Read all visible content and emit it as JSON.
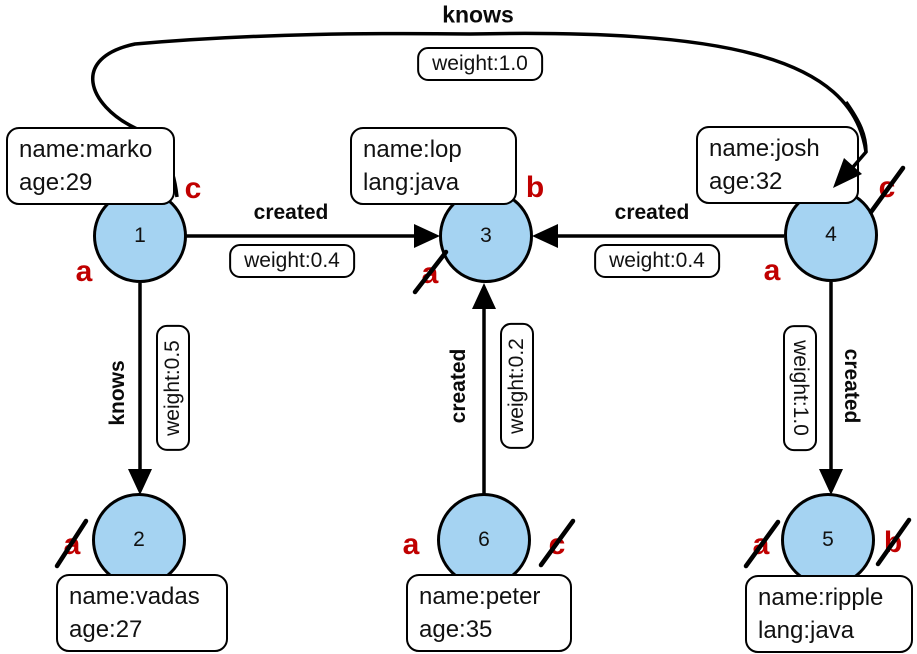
{
  "colors": {
    "node_fill": "#a5d3f2",
    "marker_red": "#c00000",
    "edge_color": "#000000"
  },
  "nodes": [
    {
      "id": "1",
      "properties": [
        "name:marko",
        "age:29"
      ]
    },
    {
      "id": "2",
      "properties": [
        "name:vadas",
        "age:27"
      ]
    },
    {
      "id": "3",
      "properties": [
        "name:lop",
        "lang:java"
      ]
    },
    {
      "id": "4",
      "properties": [
        "name:josh",
        "age:32"
      ]
    },
    {
      "id": "5",
      "properties": [
        "name:ripple",
        "lang:java"
      ]
    },
    {
      "id": "6",
      "properties": [
        "name:peter",
        "age:35"
      ]
    }
  ],
  "edges": [
    {
      "from": "1",
      "to": "4",
      "label": "knows",
      "weight": "weight:1.0"
    },
    {
      "from": "1",
      "to": "3",
      "label": "created",
      "weight": "weight:0.4"
    },
    {
      "from": "4",
      "to": "3",
      "label": "created",
      "weight": "weight:0.4"
    },
    {
      "from": "1",
      "to": "2",
      "label": "knows",
      "weight": "weight:0.5"
    },
    {
      "from": "6",
      "to": "3",
      "label": "created",
      "weight": "weight:0.2"
    },
    {
      "from": "4",
      "to": "5",
      "label": "created",
      "weight": "weight:1.0"
    }
  ],
  "step_labels": [
    {
      "node": "1",
      "letter": "c",
      "crossed": false,
      "position": "top-right"
    },
    {
      "node": "1",
      "letter": "a",
      "crossed": false,
      "position": "bottom-left"
    },
    {
      "node": "3",
      "letter": "b",
      "crossed": false,
      "position": "top-right"
    },
    {
      "node": "3",
      "letter": "a",
      "crossed": true,
      "position": "bottom-left"
    },
    {
      "node": "4",
      "letter": "c",
      "crossed": true,
      "position": "top-right"
    },
    {
      "node": "4",
      "letter": "a",
      "crossed": false,
      "position": "bottom-left"
    },
    {
      "node": "2",
      "letter": "a",
      "crossed": true,
      "position": "left"
    },
    {
      "node": "6",
      "letter": "a",
      "crossed": false,
      "position": "left"
    },
    {
      "node": "6",
      "letter": "c",
      "crossed": true,
      "position": "right"
    },
    {
      "node": "5",
      "letter": "a",
      "crossed": true,
      "position": "left"
    },
    {
      "node": "5",
      "letter": "b",
      "crossed": true,
      "position": "right"
    }
  ]
}
